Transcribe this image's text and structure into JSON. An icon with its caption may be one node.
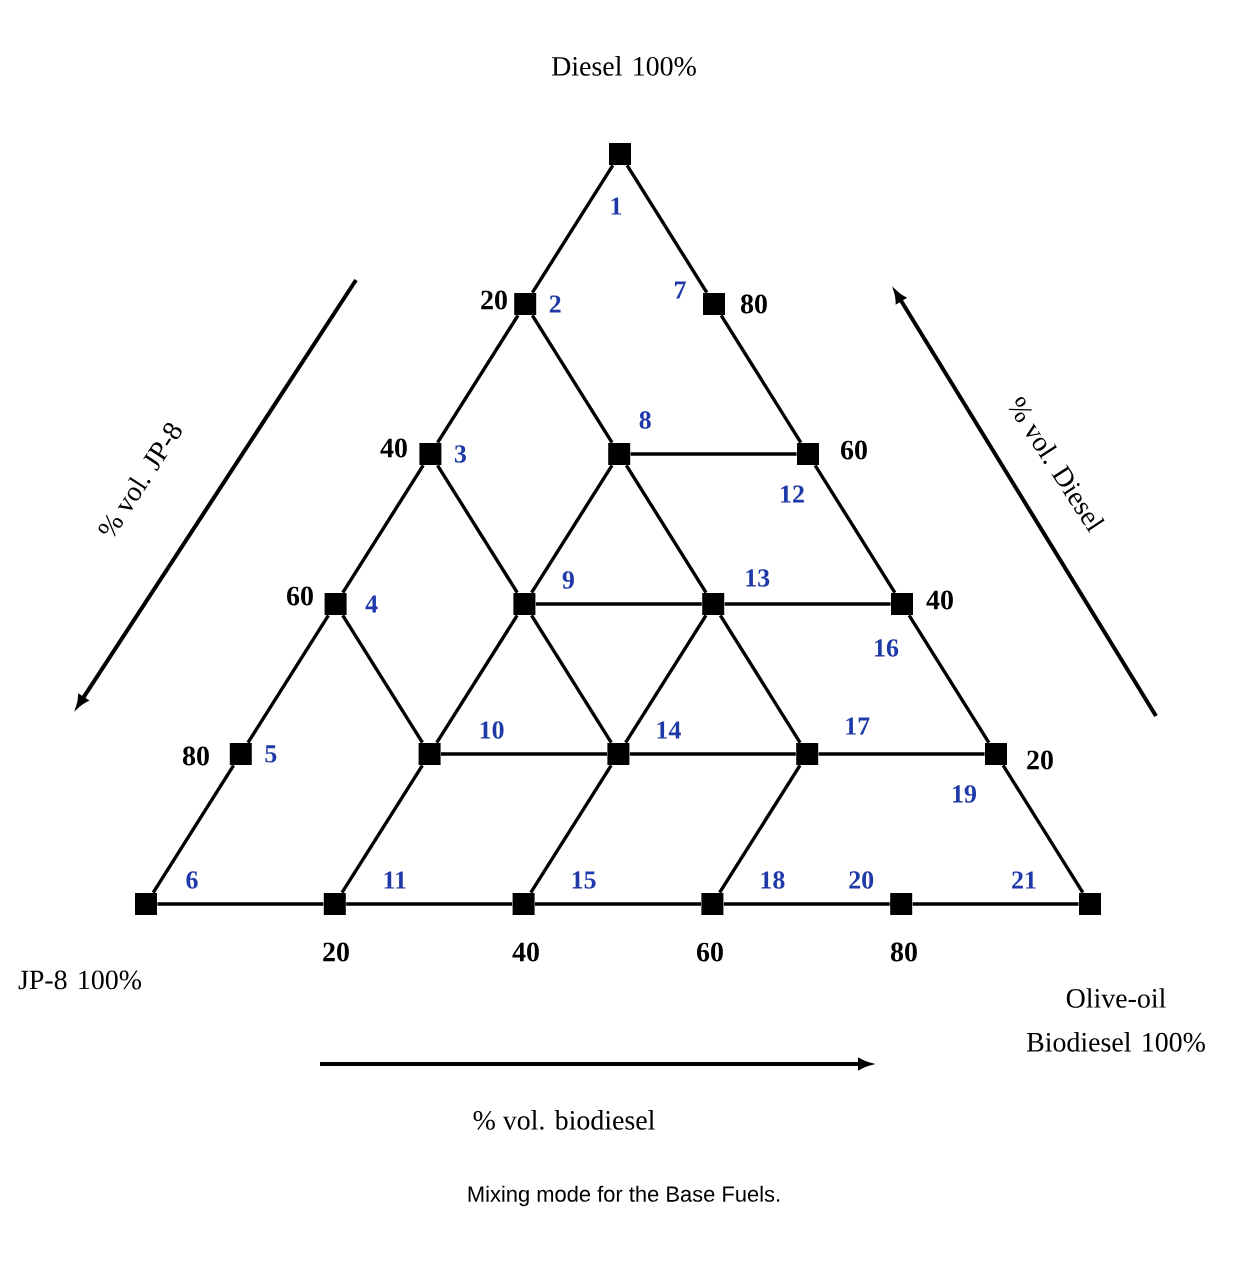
{
  "diagram": {
    "caption": "Mixing mode for the Base Fuels.",
    "nodes": [
      {
        "text": [],
        "shape": "box",
        "beside": [
          "1",
          "Diesel 100%"
        ]
      },
      {
        "text": [],
        "shape": "box",
        "beside": [
          "2"
        ]
      },
      {
        "text": [],
        "shape": "box",
        "beside": [
          "3"
        ]
      },
      {
        "text": [],
        "shape": "box",
        "beside": [
          "4"
        ]
      },
      {
        "text": [],
        "shape": "box",
        "beside": [
          "5"
        ]
      },
      {
        "text": [],
        "shape": "box",
        "beside": [
          "6",
          "JP-8 100%"
        ]
      },
      {
        "text": [],
        "shape": "box",
        "beside": [
          "7"
        ]
      },
      {
        "text": [],
        "shape": "box",
        "beside": [
          "8"
        ]
      },
      {
        "text": [],
        "shape": "box",
        "beside": [
          "9"
        ]
      },
      {
        "text": [],
        "shape": "box",
        "beside": [
          "10"
        ]
      },
      {
        "text": [],
        "shape": "box",
        "beside": [
          "11"
        ]
      },
      {
        "text": [],
        "shape": "box",
        "beside": [
          "12"
        ]
      },
      {
        "text": [],
        "shape": "box",
        "beside": [
          "13"
        ]
      },
      {
        "text": [],
        "shape": "box",
        "beside": [
          "14"
        ]
      },
      {
        "text": [],
        "shape": "box",
        "beside": [
          "15"
        ]
      },
      {
        "text": [],
        "shape": "box",
        "beside": [
          "16"
        ]
      },
      {
        "text": [],
        "shape": "box",
        "beside": [
          "17"
        ]
      },
      {
        "text": [],
        "shape": "box",
        "beside": [
          "18"
        ]
      },
      {
        "text": [],
        "shape": "box",
        "beside": [
          "19"
        ]
      },
      {
        "text": [],
        "shape": "box",
        "beside": [
          "20"
        ]
      },
      {
        "text": [],
        "shape": "box",
        "beside": [
          "21",
          "Olive-oil Biodiesel 100%"
        ]
      }
    ],
    "edges": [
      {
        "from": 0,
        "to": 1,
        "arrow": "none"
      },
      {
        "from": 1,
        "to": 2,
        "arrow": "none"
      },
      {
        "from": 2,
        "to": 3,
        "arrow": "none"
      },
      {
        "from": 3,
        "to": 4,
        "arrow": "none"
      },
      {
        "from": 4,
        "to": 5,
        "arrow": "none"
      },
      {
        "from": 0,
        "to": 6,
        "arrow": "none"
      },
      {
        "from": 6,
        "to": 11,
        "arrow": "none"
      },
      {
        "from": 11,
        "to": 15,
        "arrow": "none"
      },
      {
        "from": 15,
        "to": 18,
        "arrow": "none"
      },
      {
        "from": 18,
        "to": 20,
        "arrow": "none"
      },
      {
        "from": 5,
        "to": 10,
        "arrow": "none"
      },
      {
        "from": 10,
        "to": 14,
        "arrow": "none"
      },
      {
        "from": 14,
        "to": 17,
        "arrow": "none"
      },
      {
        "from": 17,
        "to": 19,
        "arrow": "none"
      },
      {
        "from": 19,
        "to": 20,
        "arrow": "none"
      },
      {
        "from": 1,
        "to": 7,
        "arrow": "none"
      },
      {
        "from": 7,
        "to": 11,
        "arrow": "none"
      },
      {
        "from": 2,
        "to": 8,
        "arrow": "none"
      },
      {
        "from": 7,
        "to": 8,
        "arrow": "none"
      },
      {
        "from": 7,
        "to": 12,
        "arrow": "none"
      },
      {
        "from": 8,
        "to": 12,
        "arrow": "none"
      },
      {
        "from": 12,
        "to": 15,
        "arrow": "none"
      },
      {
        "from": 3,
        "to": 9,
        "arrow": "none"
      },
      {
        "from": 8,
        "to": 9,
        "arrow": "none"
      },
      {
        "from": 8,
        "to": 13,
        "arrow": "none"
      },
      {
        "from": 12,
        "to": 13,
        "arrow": "none"
      },
      {
        "from": 12,
        "to": 16,
        "arrow": "none"
      },
      {
        "from": 9,
        "to": 13,
        "arrow": "none"
      },
      {
        "from": 13,
        "to": 16,
        "arrow": "none"
      },
      {
        "from": 16,
        "to": 18,
        "arrow": "none"
      },
      {
        "from": 9,
        "to": 10,
        "arrow": "none"
      },
      {
        "from": 13,
        "to": 14,
        "arrow": "none"
      },
      {
        "from": 16,
        "to": 17,
        "arrow": "none"
      }
    ],
    "labels": [
      "20",
      "80",
      "% vol. JP-8",
      "40",
      "60",
      "% vol. Diesel",
      "60",
      "40",
      "80",
      "20",
      "20",
      "40",
      "60",
      "80",
      "% vol. biodiesel"
    ]
  }
}
